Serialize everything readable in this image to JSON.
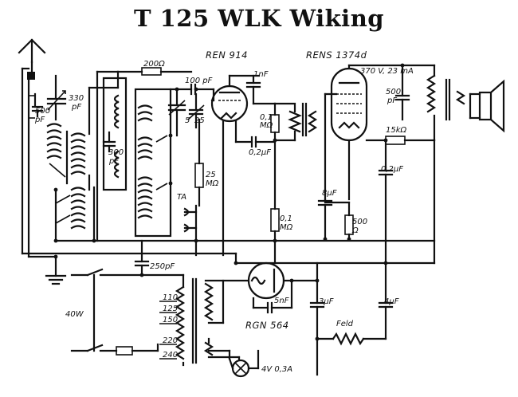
{
  "title": "T 125 WLK Wiking",
  "tubes": {
    "ren914": "REN 914",
    "rens1374d": "RENS 1374d",
    "rgn564": "RGN 564"
  },
  "labels": {
    "c500pf": "500",
    "c500pf_unit": "pF",
    "c330": "330",
    "c330_unit": "pF",
    "c300pf": "300",
    "c300pf_unit": "pF",
    "r200": "200Ω",
    "c100pf": "100 pF",
    "c5_25": "5",
    "c5_25b": "25",
    "r25m": "25",
    "r25m_unit": "MΩ",
    "ta": "TA",
    "c1nf": "1nF",
    "r01m_top": "0,1",
    "r01m_top_unit": "MΩ",
    "c02uf_a": "0,2µF",
    "r01m_mid": "0,1",
    "r01m_mid_unit": "MΩ",
    "supply": "370 V, 23 mA",
    "c500pf_right": "500",
    "c500pf_right_unit": "pF",
    "r15k": "15kΩ",
    "c02uf_b": "0,2µF",
    "c8uf": "8µF",
    "r500": "500",
    "r500_unit": "Ω",
    "c250pf": "250pF",
    "c5nf": "5nF",
    "c3uf": "3µF",
    "c4uf": "4µF",
    "feld": "Feld",
    "power": "40W",
    "tap110": "110",
    "tap125": "125",
    "tap150": "150",
    "tap220": "220",
    "tap240": "240",
    "lamp": "4V  0,3A"
  }
}
